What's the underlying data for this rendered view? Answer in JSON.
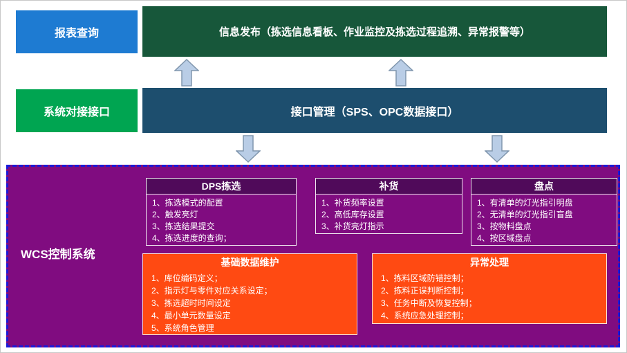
{
  "diagram": {
    "report_query": "报表查询",
    "info_publish": "信息发布（拣选信息看板、作业监控及拣选过程追溯、异常报警等）",
    "system_interface": "系统对接接口",
    "interface_mgmt": "接口管理（SPS、OPC数据接口）"
  },
  "wcs": {
    "label": "WCS控制系统",
    "modules": [
      {
        "title": "DPS拣选",
        "items": [
          "1、拣选模式的配置",
          "2、触发亮灯",
          "3、拣选结果提交",
          "4、拣选进度的查询；"
        ]
      },
      {
        "title": "补货",
        "items": [
          "1、补货频率设置",
          "2、高低库存设置",
          "3、补货亮灯指示"
        ]
      },
      {
        "title": "盘点",
        "items": [
          "1、有清单的灯光指引明盘",
          "2、无清单的灯光指引盲盘",
          "3、按物料盘点",
          "4、按区域盘点"
        ]
      },
      {
        "title": "基础数据维护",
        "items": [
          "1、库位编码定义；",
          "2、指示灯与零件对应关系设定；",
          "3、拣选超时时间设定",
          "4、最小单元数量设定",
          "5、系统角色管理"
        ]
      },
      {
        "title": "异常处理",
        "items": [
          "1、拣料区域防错控制；",
          "2、拣料正误判断控制；",
          "3、任务中断及恢复控制；",
          "4、系统应急处理控制；"
        ]
      }
    ]
  },
  "colors": {
    "report_box": "#1e7bd2",
    "info_box": "#17573a",
    "system_interface_box": "#00a551",
    "interface_mgmt_box": "#1d4e6e",
    "wcs_background": "#800c80",
    "wcs_dashed_border": "#1a1ad8",
    "module_title_bar": "#500a5a",
    "orange_module": "#ff4a12",
    "arrow_fill": "#b9cde6",
    "arrow_stroke": "#8096ad",
    "text": "#ffffff"
  }
}
